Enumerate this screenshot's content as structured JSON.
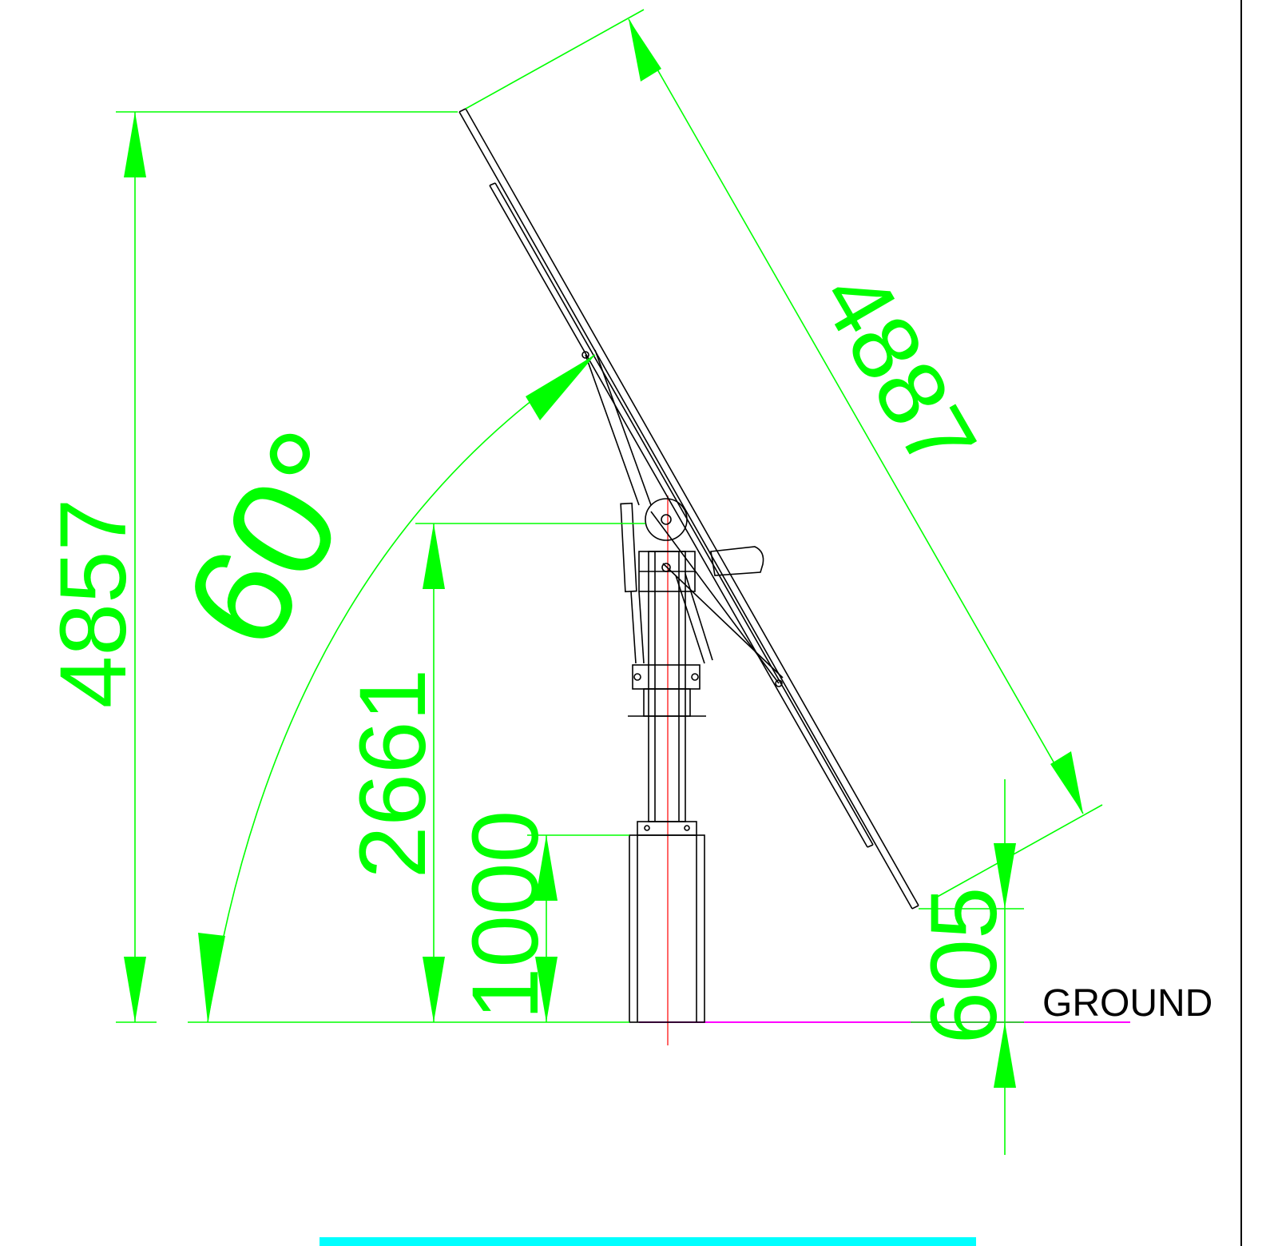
{
  "drawing": {
    "dimensions": {
      "total_height": "4857",
      "panel_length": "4887",
      "pivot_height": "2661",
      "foundation_height": "1000",
      "bottom_clearance": "605"
    },
    "tilt_angle": "60°",
    "ground_label": "GROUND"
  },
  "colors": {
    "dimension": "#00ff00",
    "structure": "#000000",
    "ground_line": "#ff00ff",
    "center_line": "#ff0000",
    "frame_bar": "#00ffff"
  }
}
